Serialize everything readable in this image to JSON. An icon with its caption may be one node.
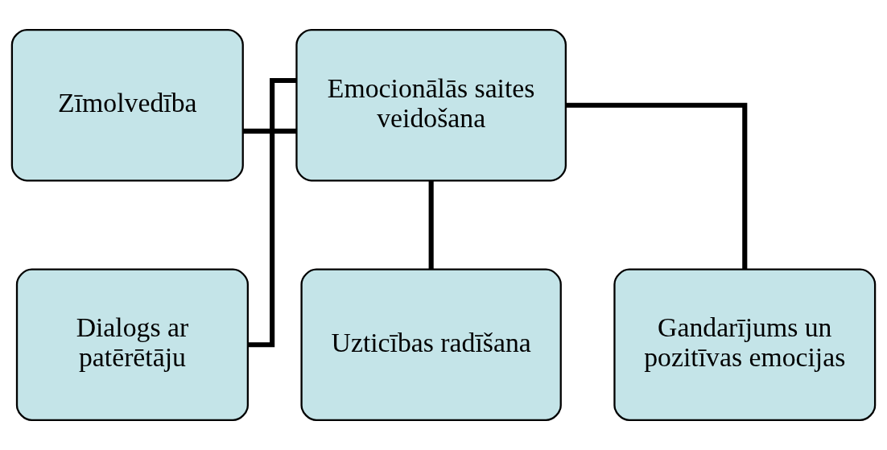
{
  "diagram": {
    "nodes": [
      {
        "text": [
          "Zīmolvedība"
        ]
      },
      {
        "text": [
          "Emocionālās saites veidošana"
        ]
      },
      {
        "text": [
          "Dialogs ar patērētāju"
        ]
      },
      {
        "text": [
          "Uzticības radīšana"
        ]
      },
      {
        "text": [
          "Gandarījums un pozitīvas emocijas"
        ]
      }
    ],
    "edges": [
      {
        "from": 0,
        "to": 1,
        "arrow": "none"
      },
      {
        "from": 1,
        "to": 2,
        "arrow": "none"
      },
      {
        "from": 1,
        "to": 3,
        "arrow": "none"
      },
      {
        "from": 1,
        "to": 4,
        "arrow": "none"
      }
    ]
  }
}
